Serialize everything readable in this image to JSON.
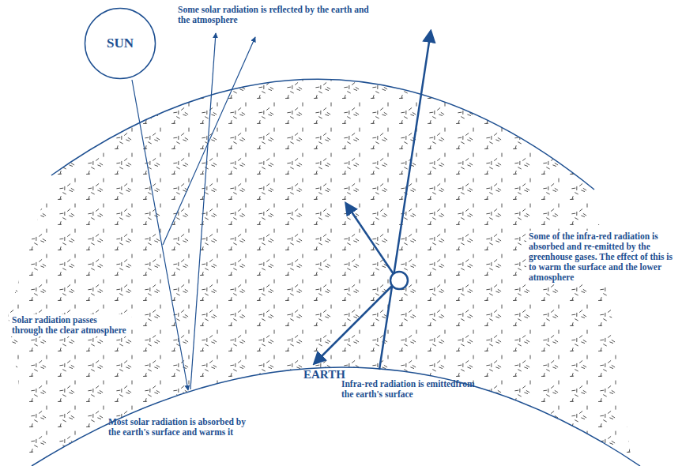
{
  "diagram": {
    "nodes": [
      {
        "text": [
          "SUN"
        ]
      }
    ],
    "labels": [
      "Some solar radiation is reflected by the earth and the atmosphere",
      "Some of the infra-red radiation is absorbed and re-emitted by the greenhouse gases. The effect of this is to warm the surface and the lower atmosphere",
      "Solar radiation passes through the clear atmosphere",
      "EARTH",
      "Infra-red radiation is emittedfrom the earth's surface",
      "Most solar radiation is absorbed by the earth's surface and warms it"
    ]
  }
}
